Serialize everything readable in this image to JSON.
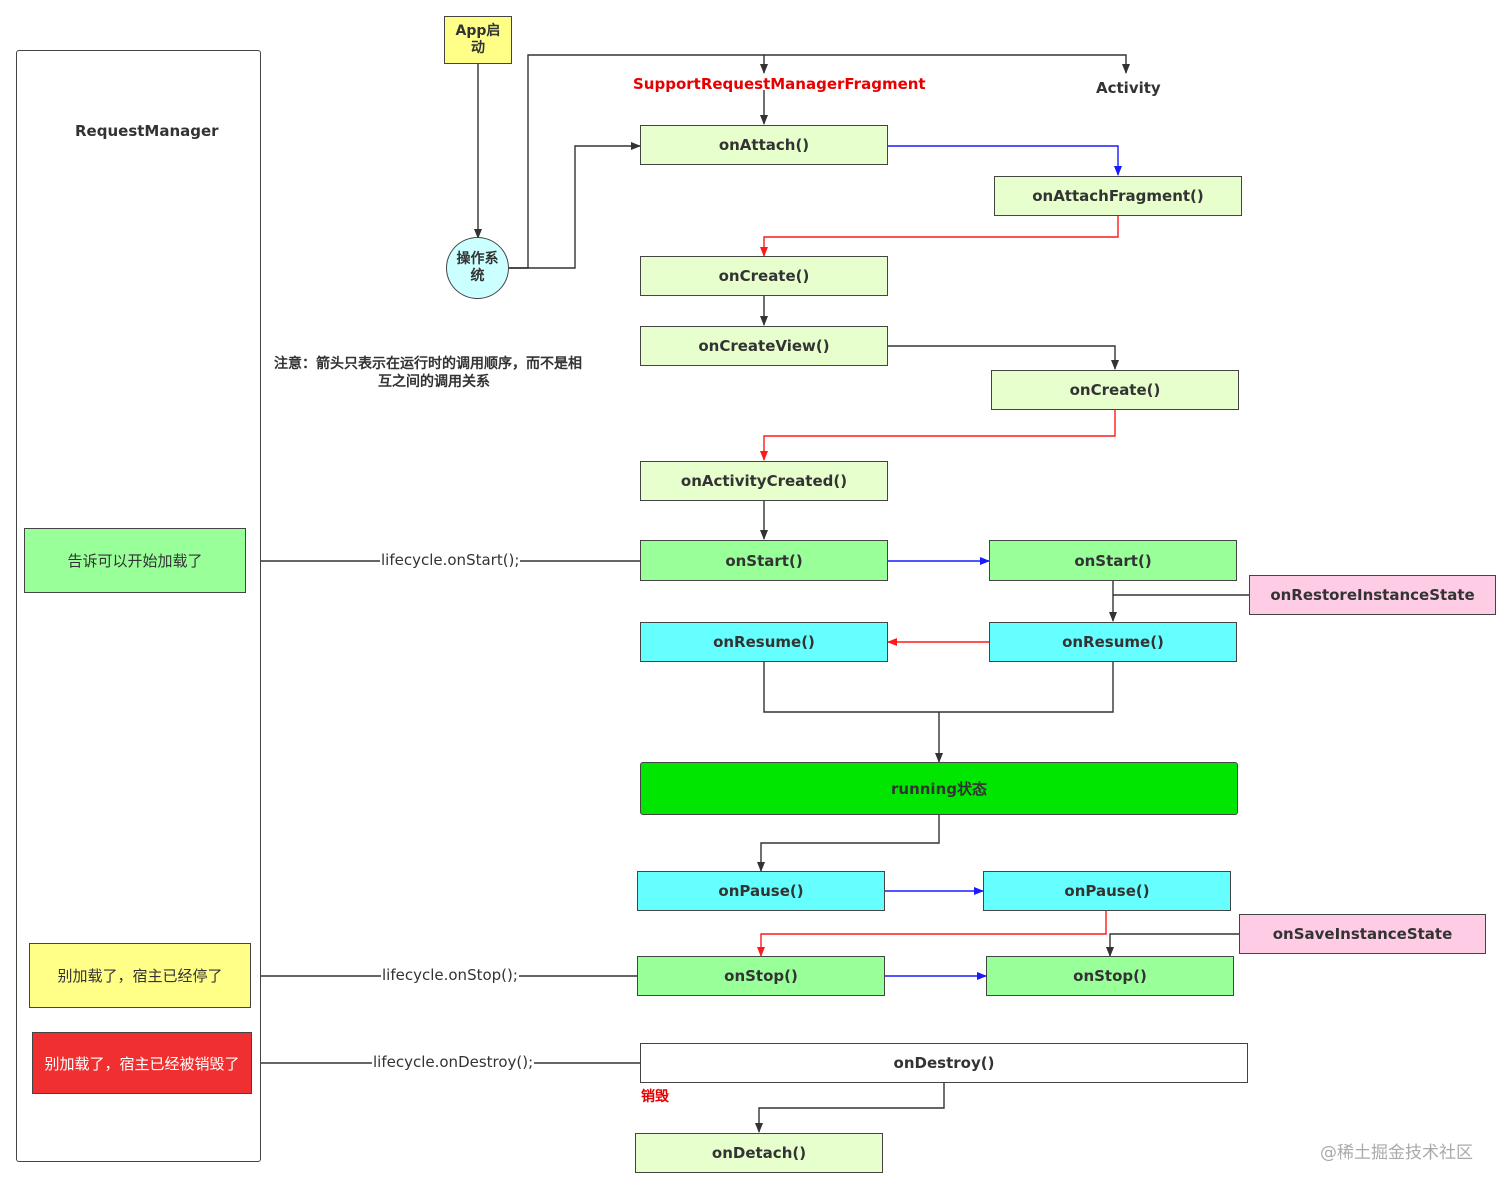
{
  "colors": {
    "arrow_default": "#333333",
    "arrow_blue": "#1a1aff",
    "arrow_red": "#ff1a1a",
    "fragment_label": "#e60000"
  },
  "container": {
    "title": "RequestManager"
  },
  "start": {
    "app_launch": "App启动",
    "os": "操作系统"
  },
  "headers": {
    "fragment": "SupportRequestManagerFragment",
    "activity": "Activity"
  },
  "note": {
    "line1": "注意：箭头只表示在运行时的调用顺序，而不是相",
    "line2": "互之间的调用关系"
  },
  "fragment": {
    "on_attach": "onAttach()",
    "on_create": "onCreate()",
    "on_create_view": "onCreateView()",
    "on_activity_created": "onActivityCreated()",
    "on_start": "onStart()",
    "on_resume": "onResume()",
    "on_pause": "onPause()",
    "on_stop": "onStop()",
    "on_destroy": "onDestroy()",
    "on_detach": "onDetach()"
  },
  "activity": {
    "on_attach_fragment": "onAttachFragment()",
    "on_create": "onCreate()",
    "on_start": "onStart()",
    "on_resume": "onResume()",
    "on_pause": "onPause()",
    "on_stop": "onStop()"
  },
  "states": {
    "restore": "onRestoreInstanceState",
    "save": "onSaveInstanceState",
    "running": "running状态"
  },
  "request_manager": {
    "start_note": "告诉可以开始加载了",
    "stop_note": "别加载了，宿主已经停了",
    "destroy_note": "别加载了，宿主已经被销毁了"
  },
  "calls": {
    "start": "lifecycle.onStart();",
    "stop": "lifecycle.onStop();",
    "destroy": "lifecycle.onDestroy();"
  },
  "destroy_tag": "销毁",
  "watermark": "@稀土掘金技术社区"
}
